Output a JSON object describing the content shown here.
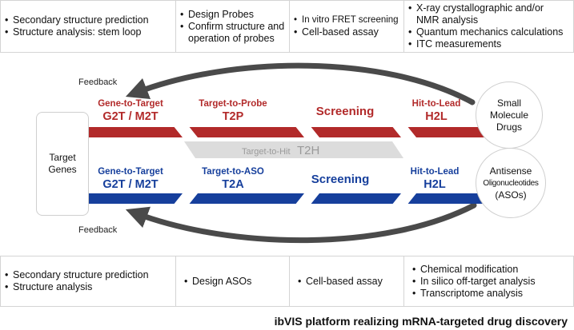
{
  "top_row": [
    {
      "lines": [
        "Secondary structure prediction",
        "Structure analysis: stem loop"
      ]
    },
    {
      "lines": [
        "Design Probes",
        "Confirm structure and",
        "operation of probes"
      ]
    },
    {
      "lines": [
        "In vitro FRET screening",
        "Cell-based assay"
      ]
    },
    {
      "lines": [
        "X-ray crystallographic and/or",
        "NMR analysis",
        "Quantum mechanics calculations",
        "ITC measurements"
      ]
    }
  ],
  "bottom_row": [
    {
      "lines": [
        "Secondary structure prediction",
        "Structure analysis"
      ]
    },
    {
      "lines": [
        "Design ASOs"
      ]
    },
    {
      "lines": [
        "Cell-based assay"
      ]
    },
    {
      "lines": [
        "Chemical modification",
        "In silico off-target analysis",
        "Transcriptome analysis"
      ]
    }
  ],
  "feedback_top": "Feedback",
  "feedback_bottom": "Feedback",
  "target": {
    "line1": "Target",
    "line2": "Genes"
  },
  "red_track": {
    "stage1": {
      "small": "Gene-to-Target",
      "big": "G2T / M2T"
    },
    "stage2": {
      "small": "Target-to-Probe",
      "big": "T2P"
    },
    "stage3": {
      "big": "Screening"
    },
    "stage4": {
      "small": "Hit-to-Lead",
      "big": "H2L"
    }
  },
  "middle": {
    "small": "Target-to-Hit",
    "big": "T2H"
  },
  "blue_track": {
    "stage1": {
      "small": "Gene-to-Target",
      "big": "G2T / M2T"
    },
    "stage2": {
      "small": "Target-to-ASO",
      "big": "T2A"
    },
    "stage3": {
      "big": "Screening"
    },
    "stage4": {
      "small": "Hit-to-Lead",
      "big": "H2L"
    }
  },
  "small_molecule": {
    "line1": "Small",
    "line2": "Molecule",
    "line3": "Drugs"
  },
  "antisense": {
    "line1": "Antisense",
    "line2": "Oligonucleotides",
    "line3": "(ASOs)"
  },
  "footer": "ibVIS platform realizing mRNA-targeted drug discovery",
  "colors": {
    "red": "#b22a2a",
    "blue": "#163f9c",
    "gray": "#dcdcdc",
    "arrow": "#4a4a4a"
  }
}
